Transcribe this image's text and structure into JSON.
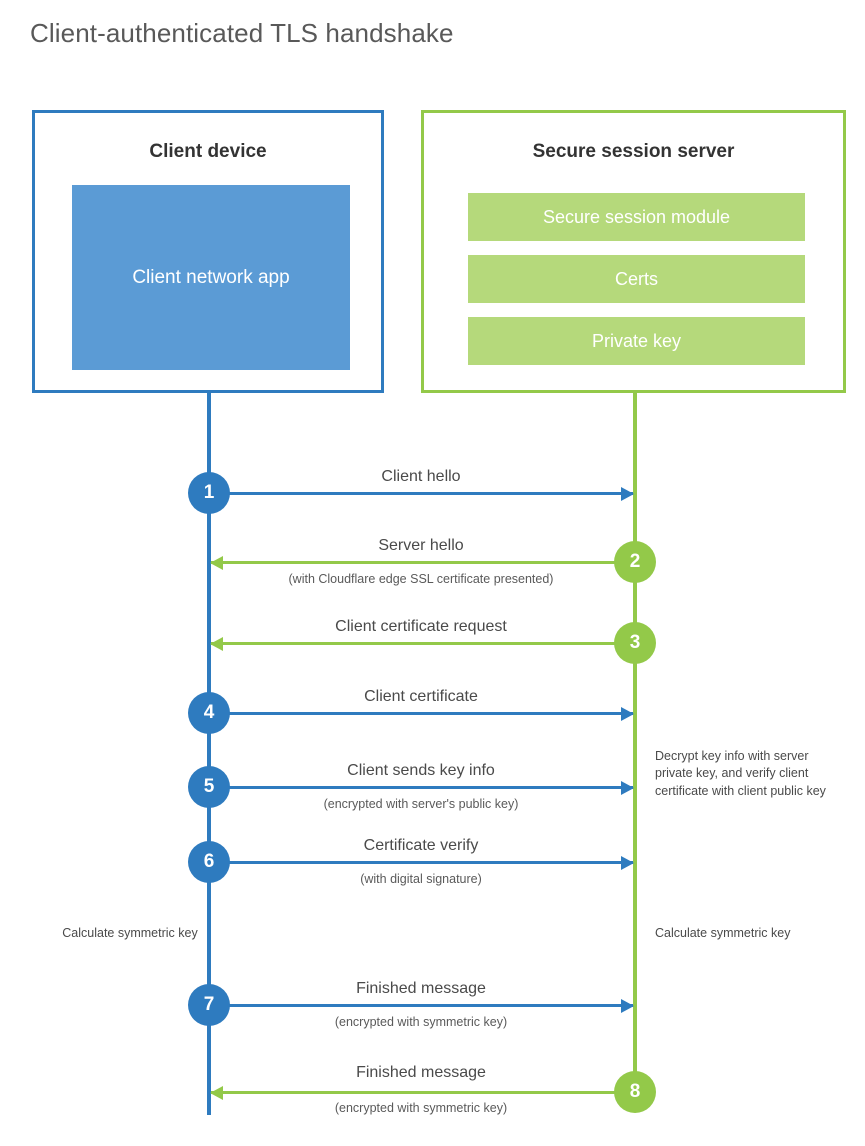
{
  "title": "Client-authenticated TLS handshake",
  "colors": {
    "client_border": "#2e7bbf",
    "client_fill": "#5b9bd5",
    "server_border": "#93c949",
    "server_fill": "#b5d97b",
    "text": "#4a4a4a",
    "heading": "#333333"
  },
  "client": {
    "title": "Client device",
    "app_label": "Client network app"
  },
  "server": {
    "title": "Secure session server",
    "components": [
      "Secure session module",
      "Certs",
      "Private key"
    ]
  },
  "steps": [
    {
      "number": "1",
      "label": "Client hello",
      "sub": "",
      "direction": "client-to-server"
    },
    {
      "number": "2",
      "label": "Server hello",
      "sub": "(with Cloudflare edge SSL certificate presented)",
      "direction": "server-to-client"
    },
    {
      "number": "3",
      "label": "Client certificate request",
      "sub": "",
      "direction": "server-to-client"
    },
    {
      "number": "4",
      "label": "Client certificate",
      "sub": "",
      "direction": "client-to-server"
    },
    {
      "number": "5",
      "label": "Client sends key info",
      "sub": "(encrypted with server's public key)",
      "direction": "client-to-server"
    },
    {
      "number": "6",
      "label": "Certificate verify",
      "sub": "(with digital signature)",
      "direction": "client-to-server"
    },
    {
      "number": "7",
      "label": "Finished message",
      "sub": "(encrypted with symmetric key)",
      "direction": "client-to-server"
    },
    {
      "number": "8",
      "label": "Finished message",
      "sub": "(encrypted with symmetric key)",
      "direction": "server-to-client"
    }
  ],
  "annotations": {
    "server_decrypt": "Decrypt key info with server private key, and verify client certificate with client public key",
    "client_calculate": "Calculate symmetric key",
    "server_calculate": "Calculate symmetric key"
  }
}
